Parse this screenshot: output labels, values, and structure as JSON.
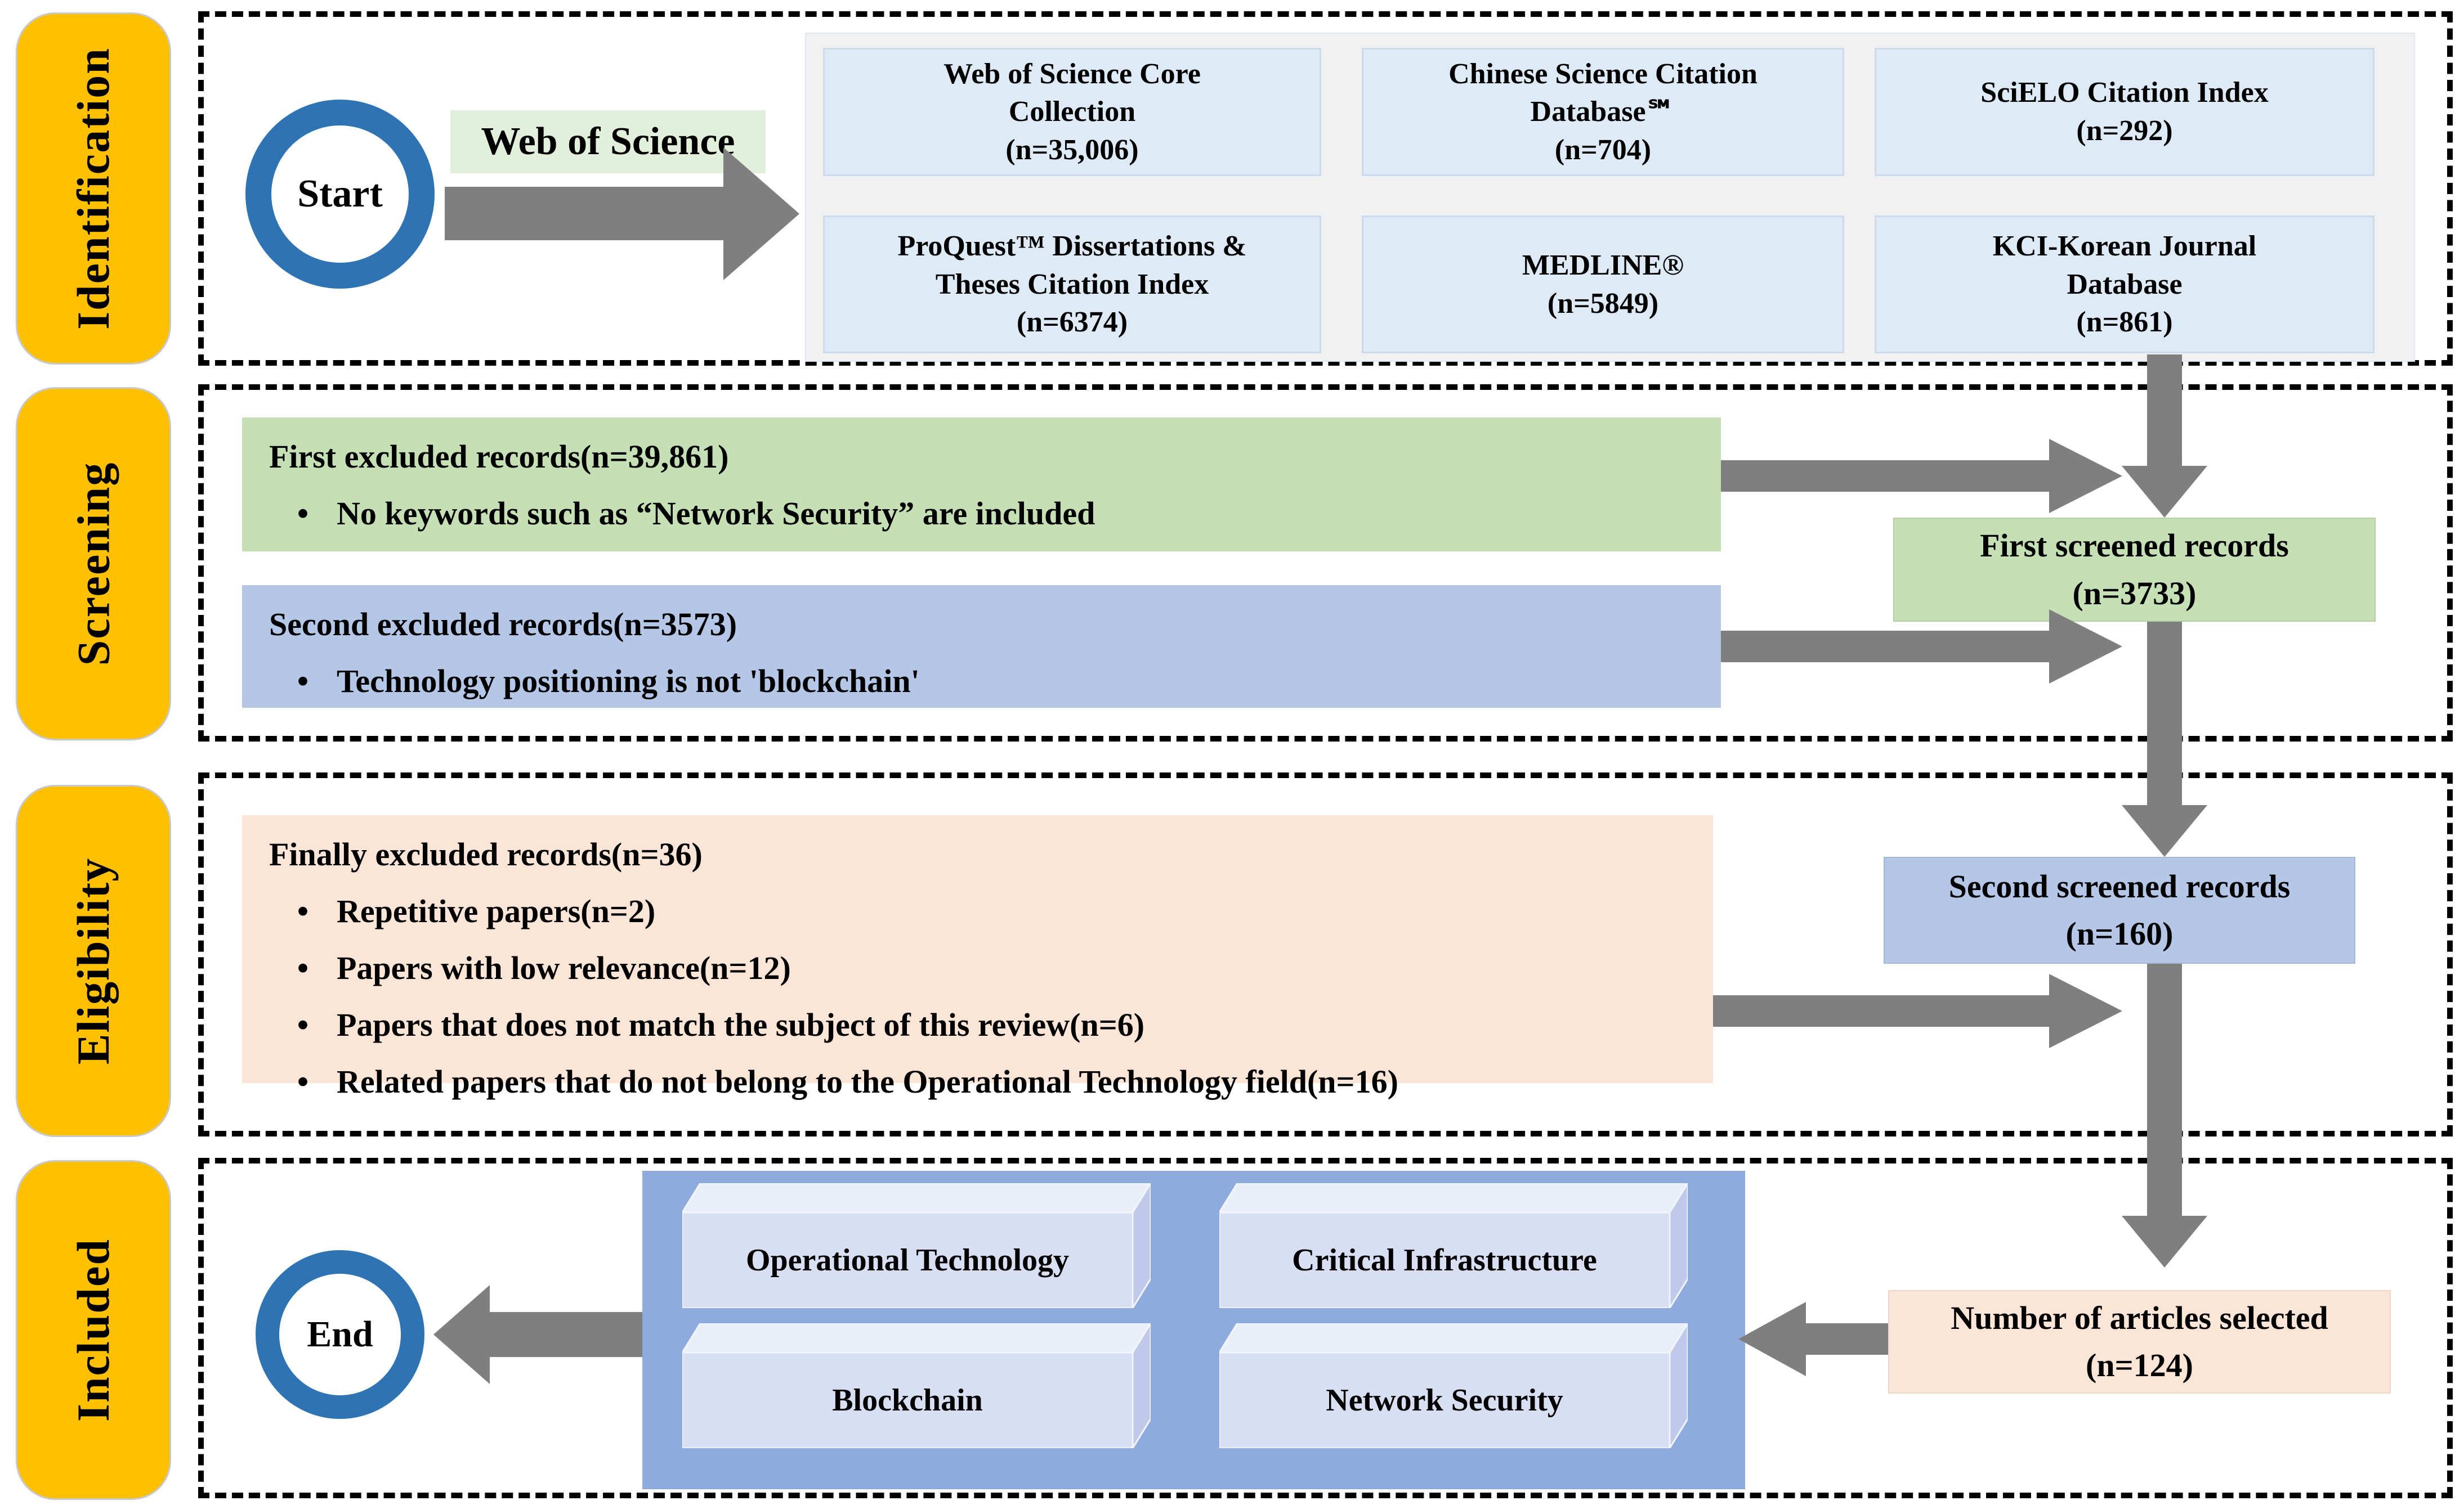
{
  "phases": [
    {
      "label": "Identification"
    },
    {
      "label": "Screening"
    },
    {
      "label": "Eligibility"
    },
    {
      "label": "Included"
    }
  ],
  "identification": {
    "start_label": "Start",
    "source_label": "Web of Science",
    "databases": [
      {
        "name": "Web of Science Core Collection",
        "count": "(n=35,006)"
      },
      {
        "name": "Chinese Science Citation Database℠",
        "count": "(n=704)"
      },
      {
        "name": "SciELO Citation Index",
        "count": "(n=292)"
      },
      {
        "name": "ProQuest™ Dissertations & Theses Citation Index",
        "count": "(n=6374)"
      },
      {
        "name": "MEDLINE®",
        "count": "(n=5849)"
      },
      {
        "name": "KCI-Korean Journal Database",
        "count": "(n=861)"
      }
    ]
  },
  "screening": {
    "first_excluded": {
      "title": "First excluded records(n=39,861)",
      "bullets": [
        "No keywords such as “Network Security” are included"
      ]
    },
    "second_excluded": {
      "title": "Second excluded records(n=3573)",
      "bullets": [
        "Technology positioning is not 'blockchain'"
      ]
    },
    "first_screened": {
      "line1": "First screened records",
      "line2": "(n=3733)"
    }
  },
  "eligibility": {
    "finally_excluded": {
      "title": "Finally excluded records(n=36)",
      "bullets": [
        "Repetitive papers(n=2)",
        "Papers with low relevance(n=12)",
        "Papers that does not match the subject of this review(n=6)",
        "Related papers that do not belong to the Operational Technology field(n=16)"
      ]
    },
    "second_screened": {
      "line1": "Second screened records",
      "line2": "(n=160)"
    }
  },
  "included": {
    "end_label": "End",
    "keywords": [
      "Operational Technology",
      "Critical Infrastructure",
      "Blockchain",
      "Network Security"
    ],
    "selected": {
      "line1": "Number of articles selected",
      "line2": "(n=124)"
    }
  },
  "colors": {
    "phase_bg": "#FFC000",
    "ring": "#2E74B5",
    "wos_bg": "#E2EFDA",
    "db_container_bg": "#F1F1F1",
    "db_box_bg": "#DEEAF6",
    "db_box_border": "#cbdbec",
    "green": "#C5E0B4",
    "blue": "#B4C7E7",
    "peach": "#FBE5D6",
    "kw_container": "#8FAADC",
    "kw_front": "#D9DFF3",
    "kw_top": "#EAEEF9",
    "kw_side": "#BFC9E9",
    "arrow": "#7F7F7F"
  }
}
